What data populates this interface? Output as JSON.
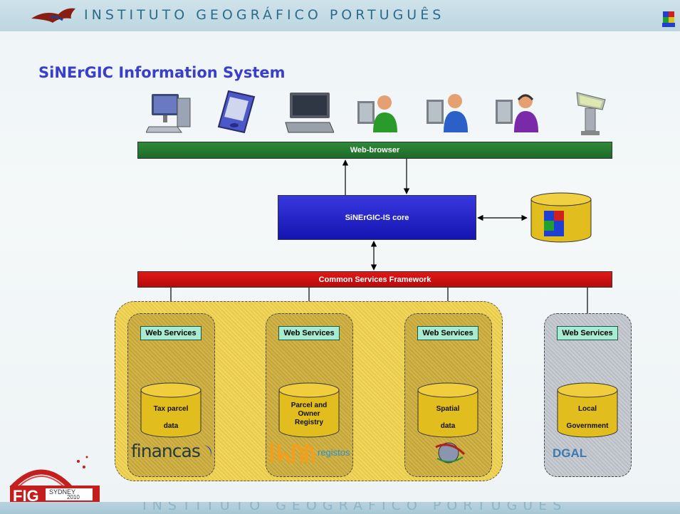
{
  "header": {
    "title": "INSTITUTO GEOGRÁFICO PORTUGUÊS"
  },
  "footer": {
    "title": "INSTITUTO GEOGRÁFICO PORTUGUÊS"
  },
  "slide_title": "SiNErGIC Information System",
  "clients": [
    {
      "icon": "desktop-computer-icon"
    },
    {
      "icon": "pda-device-icon"
    },
    {
      "icon": "laptop-icon"
    },
    {
      "icon": "user-green-icon"
    },
    {
      "icon": "user-blue-icon"
    },
    {
      "icon": "user-headset-icon"
    },
    {
      "icon": "kiosk-terminal-icon"
    }
  ],
  "web_browser": {
    "label": "Web-browser"
  },
  "core": {
    "label": "SiNErGIC-IS core"
  },
  "framework": {
    "label": "Common Services Framework"
  },
  "providers": [
    {
      "ws_label": "Web Services",
      "db_label": "Tax parcel\n\ndata",
      "logo_text": "financas"
    },
    {
      "ws_label": "Web Services",
      "db_label": "Parcel and\nOwner\nRegistry",
      "logo_text": "registos"
    },
    {
      "ws_label": "Web Services",
      "db_label": "Spatial\n\ndata",
      "logo_text": ""
    },
    {
      "ws_label": "Web Services",
      "db_label": "Local\n\nGovernment",
      "logo_text": "DGAL"
    }
  ],
  "fig_logo": {
    "text": "FIG",
    "city": "SYDNEY",
    "year": "2010"
  },
  "colors": {
    "web_browser": "#1d6a28",
    "core": "#1414b0",
    "framework": "#b50c0c",
    "web_services": "#a6ebd2",
    "database": "#e2bd1e",
    "title": "#3a3fc8"
  }
}
